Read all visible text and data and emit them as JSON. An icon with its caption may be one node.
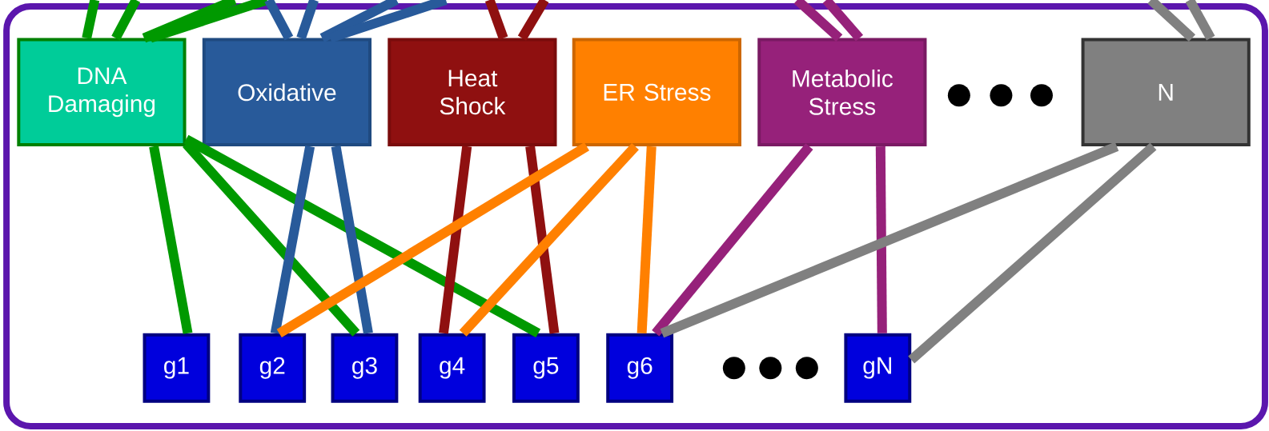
{
  "diagram": {
    "nodes": [
      {
        "text": [],
        "shape": "box"
      },
      {
        "text": [
          "DNA Damaging"
        ],
        "in": 0
      },
      {
        "text": [
          "Oxidative"
        ],
        "in": 0
      },
      {
        "text": [
          "Heat Shock"
        ],
        "in": 0
      },
      {
        "text": [
          "ER Stress"
        ],
        "in": 0
      },
      {
        "text": [
          "Metabolic Stress"
        ],
        "in": 0
      },
      {
        "text": [
          "N"
        ],
        "in": 0
      },
      {
        "text": [
          "g1"
        ],
        "in": 0
      },
      {
        "text": [
          "g2"
        ],
        "in": 0
      },
      {
        "text": [
          "g3"
        ],
        "in": 0
      },
      {
        "text": [
          "g4"
        ],
        "in": 0
      },
      {
        "text": [
          "g5"
        ],
        "in": 0
      },
      {
        "text": [
          "g6"
        ],
        "in": 0
      },
      {
        "text": [
          "gN"
        ],
        "in": 0
      }
    ],
    "edges": [
      {
        "from": null,
        "to": 1,
        "arrow": "none",
        "color": "#009900"
      },
      {
        "from": null,
        "to": 1,
        "arrow": "none",
        "color": "#009900"
      },
      {
        "from": null,
        "to": 1,
        "arrow": "none",
        "color": "#009900"
      },
      {
        "from": null,
        "to": 1,
        "arrow": "none",
        "color": "#009900"
      },
      {
        "from": null,
        "to": 2,
        "arrow": "none",
        "color": "#285a9a"
      },
      {
        "from": null,
        "to": 2,
        "arrow": "none",
        "color": "#285a9a"
      },
      {
        "from": null,
        "to": 2,
        "arrow": "none",
        "color": "#285a9a"
      },
      {
        "from": null,
        "to": 2,
        "arrow": "none",
        "color": "#285a9a"
      },
      {
        "from": null,
        "to": 3,
        "arrow": "none",
        "color": "#8f1010"
      },
      {
        "from": null,
        "to": 3,
        "arrow": "none",
        "color": "#8f1010"
      },
      {
        "from": null,
        "to": 5,
        "arrow": "none",
        "color": "#96217a"
      },
      {
        "from": null,
        "to": 5,
        "arrow": "none",
        "color": "#96217a"
      },
      {
        "from": null,
        "to": 6,
        "arrow": "none",
        "color": "#808080"
      },
      {
        "from": null,
        "to": 6,
        "arrow": "none",
        "color": "#808080"
      },
      {
        "from": 1,
        "to": 7,
        "arrow": "none",
        "color": "#009900"
      },
      {
        "from": 1,
        "to": 9,
        "arrow": "none",
        "color": "#009900"
      },
      {
        "from": 1,
        "to": 11,
        "arrow": "none",
        "color": "#009900"
      },
      {
        "from": 2,
        "to": 8,
        "arrow": "none",
        "color": "#285a9a"
      },
      {
        "from": 2,
        "to": 9,
        "arrow": "none",
        "color": "#285a9a"
      },
      {
        "from": 3,
        "to": 10,
        "arrow": "none",
        "color": "#8f1010"
      },
      {
        "from": 3,
        "to": 11,
        "arrow": "none",
        "color": "#8f1010"
      },
      {
        "from": 4,
        "to": 8,
        "arrow": "none",
        "color": "#ff8000"
      },
      {
        "from": 4,
        "to": 10,
        "arrow": "none",
        "color": "#ff8000"
      },
      {
        "from": 4,
        "to": 12,
        "arrow": "none",
        "color": "#ff8000"
      },
      {
        "from": 5,
        "to": 12,
        "arrow": "none",
        "color": "#96217a"
      },
      {
        "from": 5,
        "to": 13,
        "arrow": "none",
        "color": "#96217a"
      },
      {
        "from": 6,
        "to": 12,
        "arrow": "none",
        "color": "#808080"
      },
      {
        "from": 6,
        "to": 13,
        "arrow": "none",
        "color": "#808080"
      }
    ]
  }
}
